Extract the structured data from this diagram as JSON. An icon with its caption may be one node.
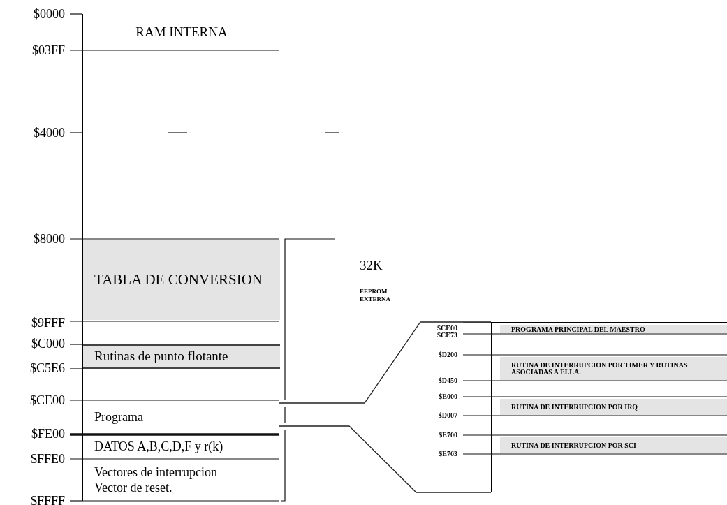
{
  "diagram": {
    "nodes": [
      {
        "text": [],
        "shape": "box"
      },
      {
        "text": [
          "RAM INTERNA"
        ],
        "in": 0,
        "beside": [
          "$0000",
          "$03FF"
        ]
      },
      {
        "text": [
          "TABLA DE CONVERSION"
        ],
        "in": 0,
        "beside": [
          "$8000",
          "$9FFF"
        ]
      },
      {
        "text": [
          "Rutinas de punto flotante"
        ],
        "in": 0,
        "beside": [
          "$C000",
          "$C5E6"
        ]
      },
      {
        "text": [
          "Programa"
        ],
        "in": 0,
        "beside": [
          "$CE00"
        ]
      },
      {
        "text": [
          "DATOS  A,B,C,D,F y r(k)"
        ],
        "in": 0,
        "beside": [
          "$FE00"
        ]
      },
      {
        "text": [
          "Vectores de interrupcion",
          "Vector de reset."
        ],
        "in": 0,
        "beside": [
          "$FFE0",
          "$FFFF"
        ]
      },
      {
        "text": [],
        "shape": "box"
      },
      {
        "text": [
          "PROGRAMA PRINCIPAL DEL MAESTRO"
        ],
        "in": 7,
        "beside": [
          "$CE00",
          "$CE73"
        ]
      },
      {
        "text": [
          "RUTINA DE INTERRUPCION POR TIMER Y RUTINAS ASOCIADAS A ELLA."
        ],
        "in": 7,
        "beside": [
          "$D200",
          "$D450"
        ]
      },
      {
        "text": [
          "RUTINA DE INTERRUPCION POR IRQ"
        ],
        "in": 7,
        "beside": [
          "$E000",
          "$D007"
        ]
      },
      {
        "text": [
          "RUTINA DE INTERRUPCION POR SCI"
        ],
        "in": 7,
        "beside": [
          "$E700",
          "$E763"
        ]
      }
    ],
    "edges": [
      {
        "from": 0,
        "to": 7,
        "arrow": "none"
      },
      {
        "from": 0,
        "to": 7,
        "arrow": "none"
      }
    ],
    "labels": [
      "$4000",
      "32K",
      "EEPROM EXTERNA"
    ]
  }
}
